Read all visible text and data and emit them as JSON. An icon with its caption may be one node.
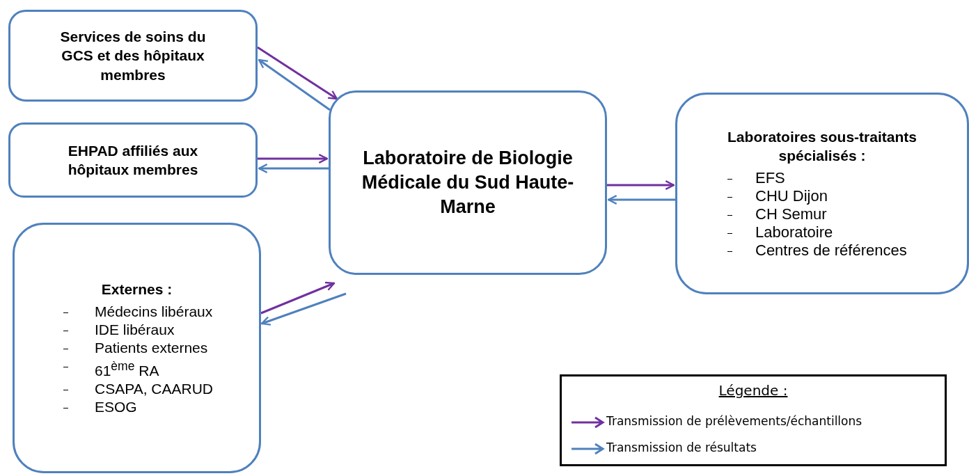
{
  "diagram": {
    "nodes": [
      {
        "text": [
          "Services de soins du GCS et des hôpitaux membres"
        ]
      },
      {
        "text": [
          "EHPAD affiliés aux hôpitaux membres"
        ]
      },
      {
        "text": [
          "Externes :",
          "Médecins libéraux",
          "IDE libéraux",
          "Patients externes",
          "61$^{ème}$ RA",
          "CSAPA, CAARUD",
          "ESOG"
        ]
      },
      {
        "text": [
          "Laboratoire de Biologie Médicale du Sud Haute-Marne"
        ]
      },
      {
        "text": [
          "Laboratoires sous-traitants spécialisés :",
          "EFS",
          "CHU Dijon",
          "CH Semur",
          "Laboratoire",
          "Centres de références"
        ]
      }
    ],
    "edges": [
      {
        "from": 0,
        "to": 3,
        "arrow": "to",
        "color": "#7030a0"
      },
      {
        "from": 3,
        "to": 0,
        "arrow": "to",
        "color": "#4f81bd"
      },
      {
        "from": 1,
        "to": 3,
        "arrow": "to",
        "color": "#7030a0"
      },
      {
        "from": 3,
        "to": 1,
        "arrow": "to",
        "color": "#4f81bd"
      },
      {
        "from": 2,
        "to": 3,
        "arrow": "to",
        "color": "#7030a0"
      },
      {
        "from": 3,
        "to": 2,
        "arrow": "to",
        "color": "#4f81bd"
      },
      {
        "from": 3,
        "to": 4,
        "arrow": "to",
        "color": "#7030a0"
      },
      {
        "from": 4,
        "to": 3,
        "arrow": "to",
        "color": "#4f81bd"
      }
    ],
    "labels": [
      "Légende :"
    ],
    "legend": [
      {
        "text": "Transmission de prélèvements/échantillons",
        "color": "#7030a0"
      },
      {
        "text": "Transmission de résultats",
        "color": "#4f81bd"
      }
    ]
  }
}
